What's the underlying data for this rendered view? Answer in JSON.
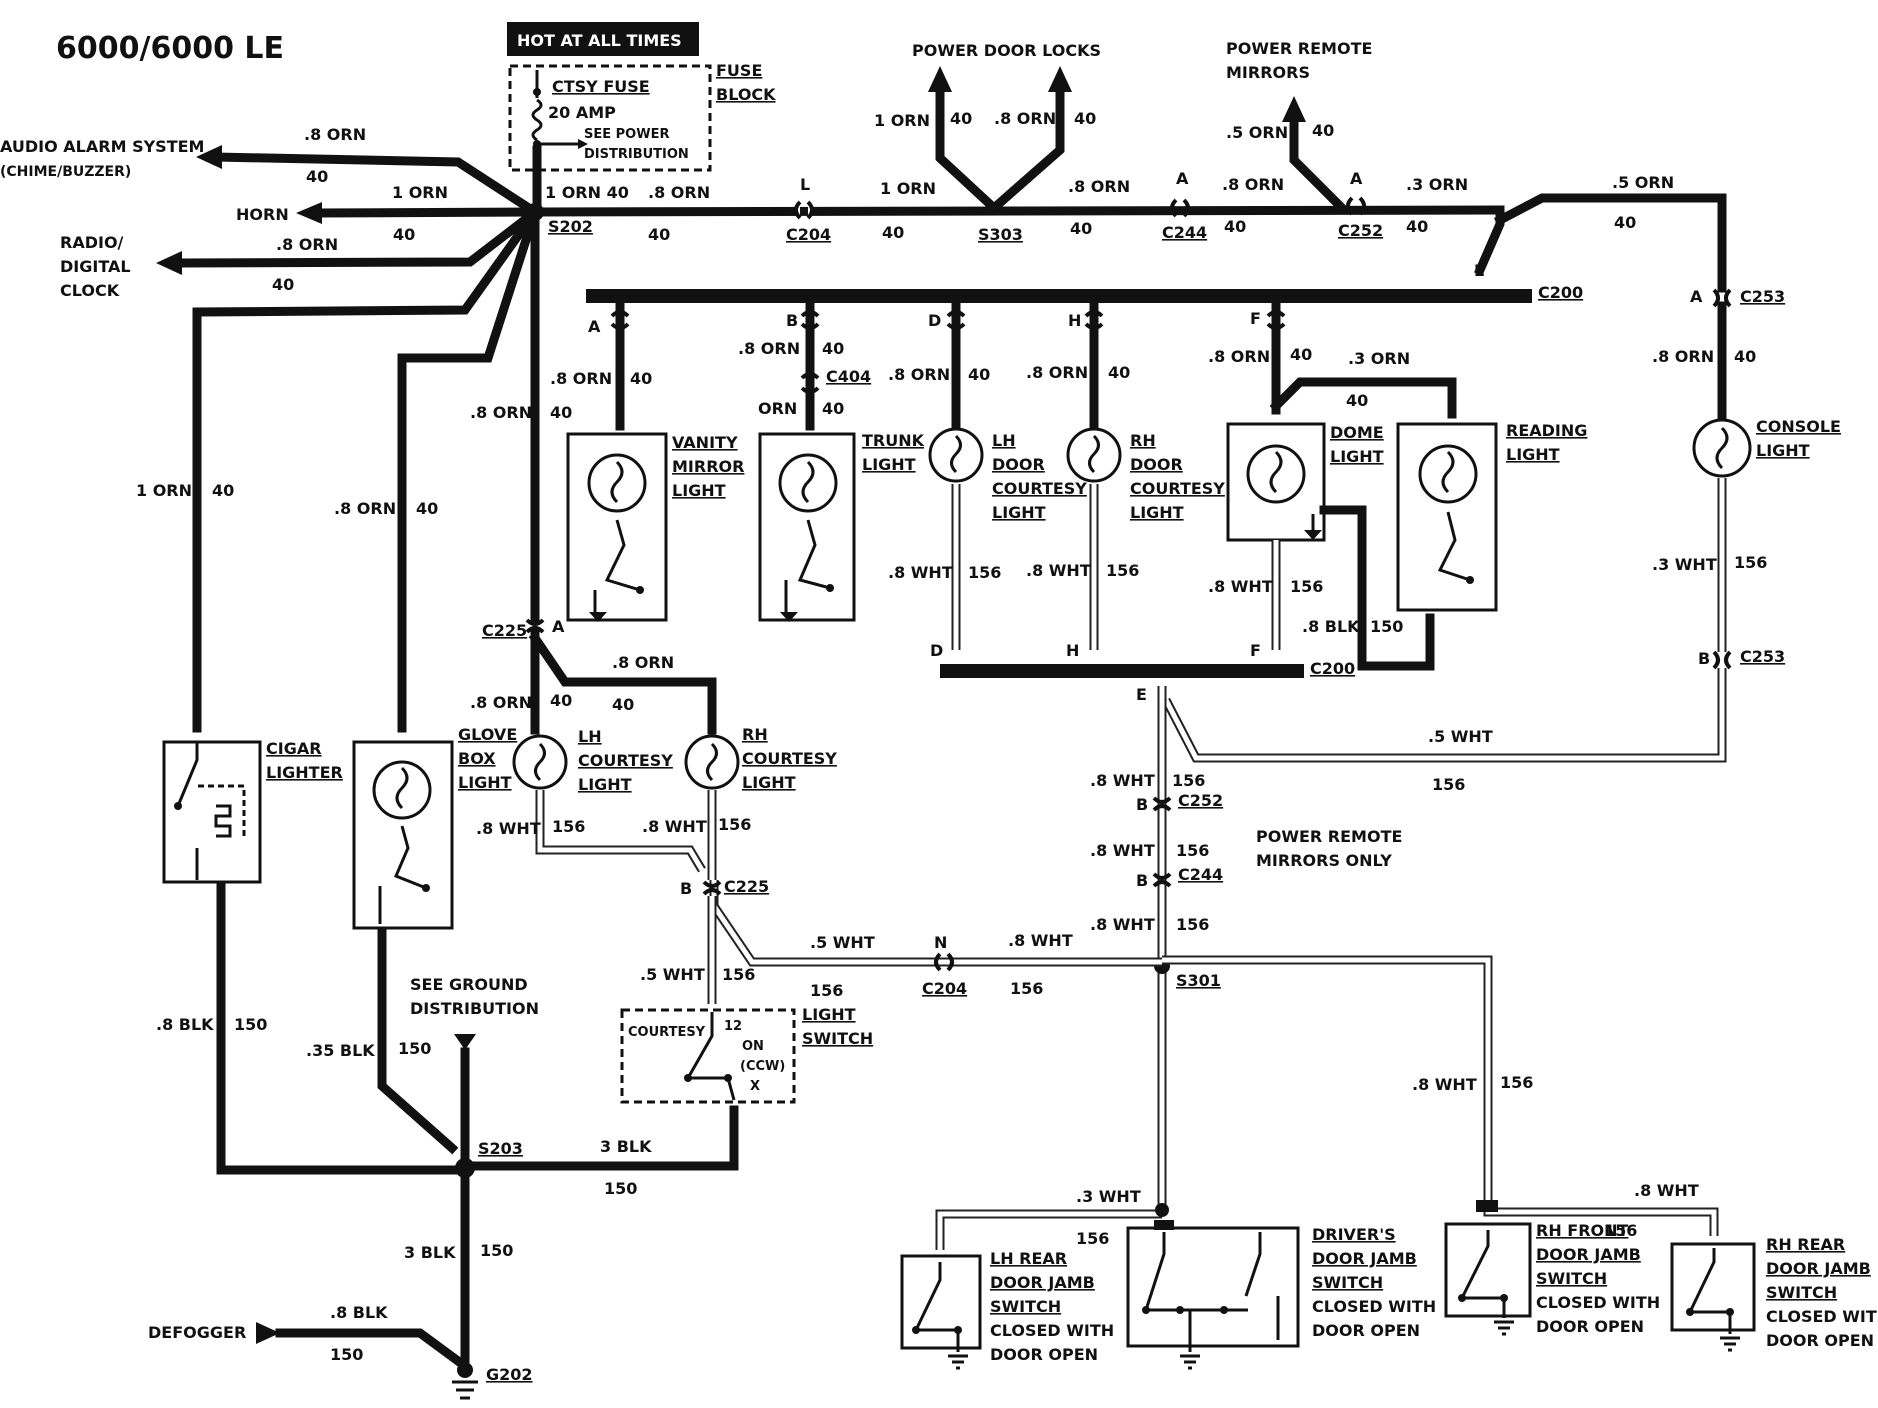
{
  "title": "6000/6000 LE",
  "hot_banner": "HOT AT ALL TIMES",
  "fuse": {
    "name": "CTSY FUSE",
    "rating": "20 AMP",
    "note1": "SEE POWER",
    "note2": "DISTRIBUTION",
    "block1": "FUSE",
    "block2": "BLOCK"
  },
  "outputs": {
    "audio1": "AUDIO ALARM SYSTEM",
    "audio2": "(CHIME/BUZZER)",
    "horn": "HORN",
    "radio1": "RADIO/",
    "radio2": "DIGITAL",
    "radio3": "CLOCK",
    "pdl": "POWER DOOR LOCKS",
    "prm1": "POWER REMOTE",
    "prm2": "MIRRORS",
    "prm_only1": "POWER REMOTE",
    "prm_only2": "MIRRORS ONLY",
    "ground1": "SEE GROUND",
    "ground2": "DISTRIBUTION",
    "defogger": "DEFOGGER"
  },
  "splices": {
    "s202": "S202",
    "s303": "S303",
    "s203": "S203",
    "s301": "S301",
    "g202": "G202"
  },
  "connectors": {
    "c204": "C204",
    "c244": "C244",
    "c252": "C252",
    "c200": "C200",
    "c253": "C253",
    "c404": "C404",
    "c225": "C225"
  },
  "pins": {
    "a": "A",
    "b": "B",
    "d": "D",
    "e": "E",
    "f": "F",
    "h": "H",
    "l": "L",
    "n": "N"
  },
  "wires": {
    "orn08": ".8 ORN",
    "orn1": "1 ORN",
    "orn05": ".5 ORN",
    "orn03": ".3 ORN",
    "orn": "ORN",
    "orn1_40": "1 ORN 40",
    "wht08": ".8 WHT",
    "wht05": ".5 WHT",
    "wht03": ".3 WHT",
    "blk08": ".8 BLK",
    "blk035": ".35 BLK",
    "blk3": "3 BLK",
    "c40": "40",
    "c156": "156",
    "c150": "150",
    "c12": "12"
  },
  "components": {
    "vanity": [
      "VANITY",
      "MIRROR",
      "LIGHT"
    ],
    "trunk": [
      "TRUNK",
      "LIGHT"
    ],
    "lhdoor": [
      "LH",
      "DOOR",
      "COURTESY",
      "LIGHT"
    ],
    "rhdoor": [
      "RH",
      "DOOR",
      "COURTESY",
      "LIGHT"
    ],
    "dome": [
      "DOME",
      "LIGHT"
    ],
    "reading": [
      "READING",
      "LIGHT"
    ],
    "console": [
      "CONSOLE",
      "LIGHT"
    ],
    "cigar": [
      "CIGAR",
      "LIGHTER"
    ],
    "glove": [
      "GLOVE",
      "BOX",
      "LIGHT"
    ],
    "lhcourtesy": [
      "LH",
      "COURTESY",
      "LIGHT"
    ],
    "rhcourtesy": [
      "RH",
      "COURTESY",
      "LIGHT"
    ],
    "lightswitch": [
      "LIGHT",
      "SWITCH"
    ],
    "sw_courtesy": "COURTESY",
    "sw_on": "ON",
    "sw_ccw": "(CCW)",
    "sw_x": "X",
    "lhrear": [
      "LH REAR",
      "DOOR JAMB",
      "SWITCH",
      "CLOSED WITH",
      "DOOR OPEN"
    ],
    "driver": [
      "DRIVER'S",
      "DOOR JAMB",
      "SWITCH",
      "CLOSED WITH",
      "DOOR OPEN"
    ],
    "rhfront": [
      "RH FRONT",
      "DOOR JAMB",
      "SWITCH",
      "CLOSED WITH",
      "DOOR OPEN"
    ],
    "rhrear": [
      "RH REAR",
      "DOOR JAMB",
      "SWITCH",
      "CLOSED WITH",
      "DOOR OPEN"
    ]
  }
}
